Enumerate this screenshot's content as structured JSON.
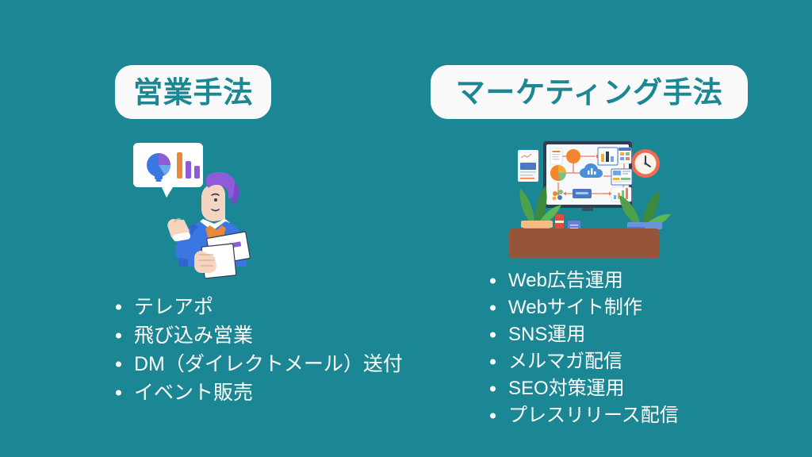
{
  "slide": {
    "background_color": "#1c8794",
    "text_color": "#ffffff",
    "accent_color": "#1c8794",
    "pill_background": "#fafafa"
  },
  "left_section": {
    "heading": "営業手法",
    "illustration_name": "businessman-with-chart-speech-bubble",
    "items": [
      {
        "label": "テレアポ"
      },
      {
        "label": "飛び込み営業"
      },
      {
        "label": "DM（ダイレクトメール）送付"
      },
      {
        "label": "イベント販売"
      }
    ]
  },
  "right_section": {
    "heading": "マーケティング手法",
    "illustration_name": "office-whiteboard-flowchart-desk",
    "items": [
      {
        "label": "Web広告運用"
      },
      {
        "label": "Webサイト制作"
      },
      {
        "label": "SNS運用"
      },
      {
        "label": "メルマガ配信"
      },
      {
        "label": "SEO対策運用"
      },
      {
        "label": "プレスリリース配信"
      }
    ]
  },
  "illustration_colors": {
    "suit_blue": "#3b77e3",
    "hair_purple": "#8e5cd9",
    "tie_orange": "#e8883a",
    "skin": "#f6d5c0",
    "paper_white": "#ffffff",
    "desk_brown": "#96553a",
    "plant_green": "#4fa04a",
    "pot_orange": "#f0a860",
    "pot_blue": "#4a78c8",
    "clock_orange": "#ef6b4e",
    "arrow_salmon": "#f07a62",
    "board_frame": "#2f3e52",
    "chart_gold": "#f0ad3c"
  }
}
